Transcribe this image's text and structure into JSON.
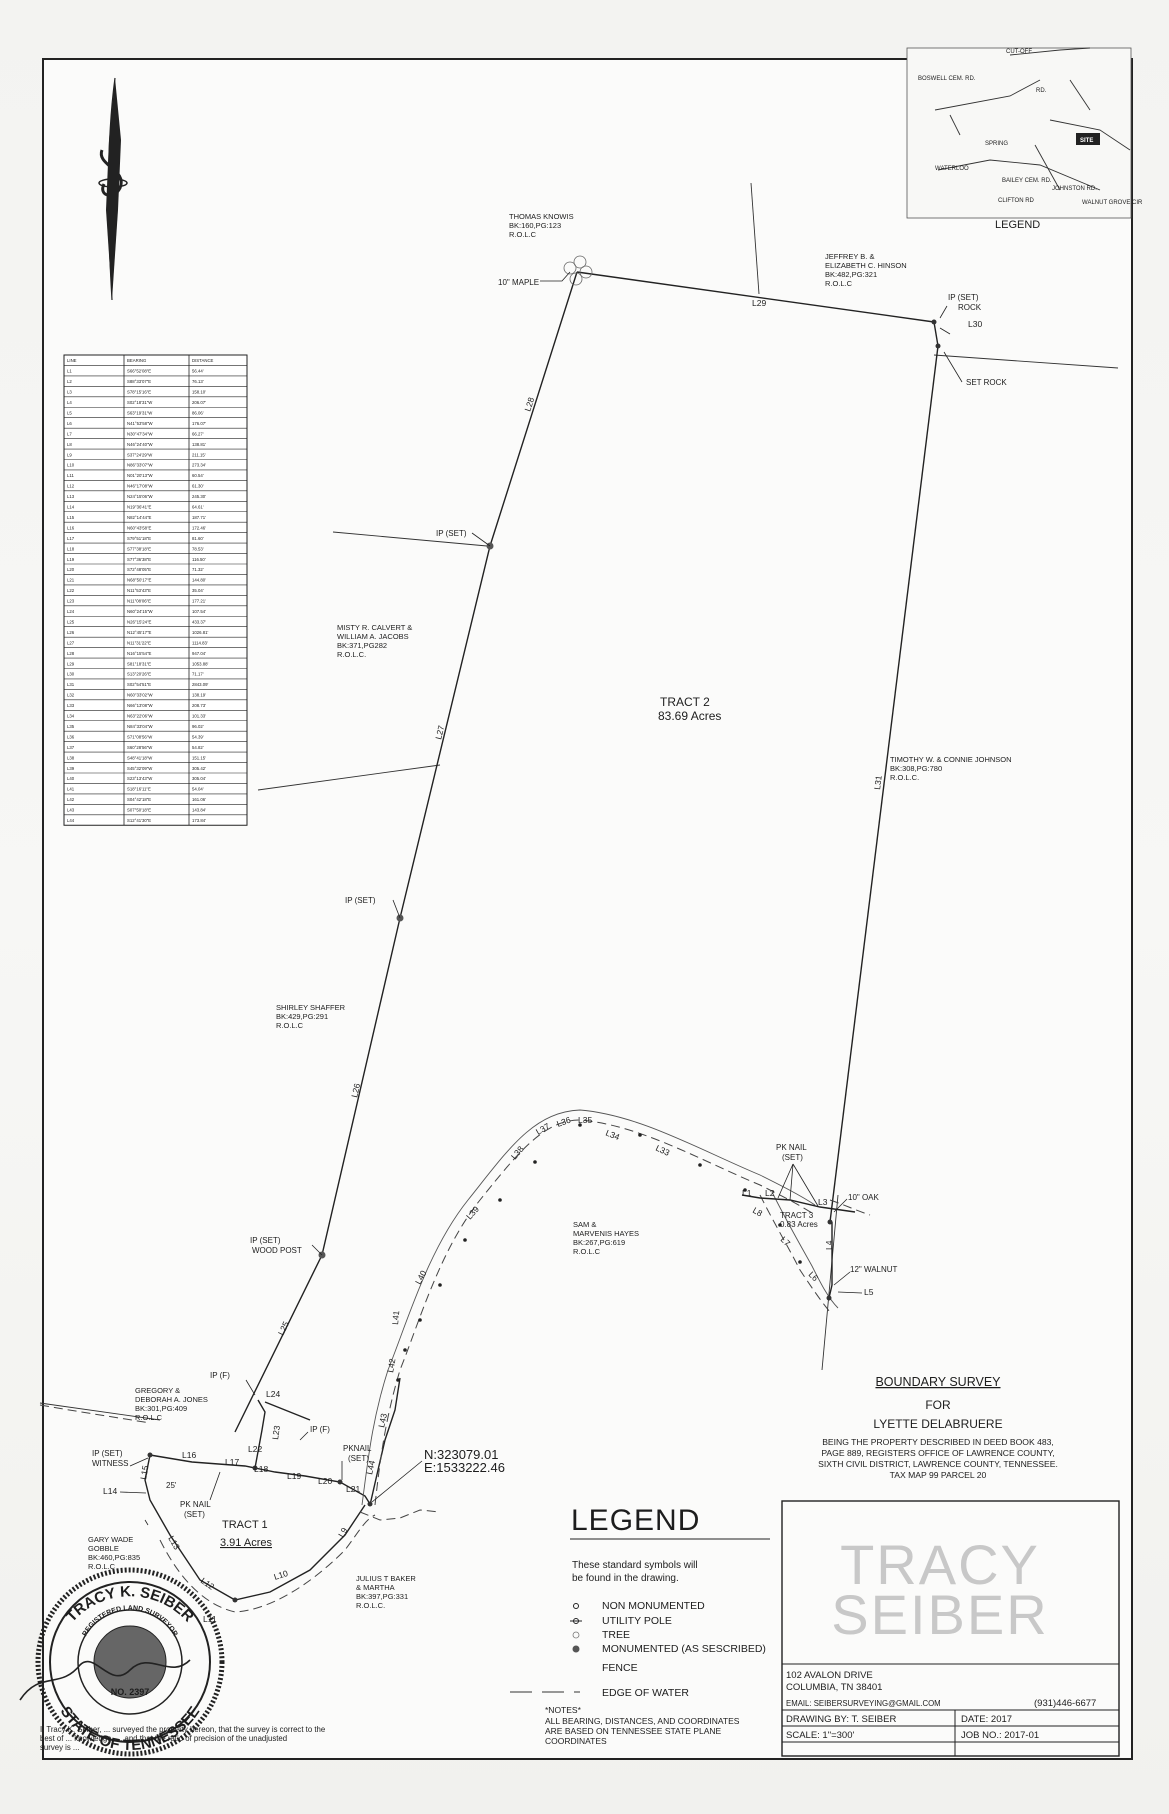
{
  "legend_map": {
    "roads": [
      "BOSWELL CEM. RD.",
      "CUT-OFF",
      "RD.",
      "WATERLOO",
      "SPRING",
      "BAILEY CEM. RD.",
      "CLIFTON RD",
      "JOHNSTON RD.",
      "WALNUT GROVE CIR"
    ],
    "site_label": "SITE",
    "caption": "LEGEND"
  },
  "owners": {
    "thomas_knowis": [
      "THOMAS KNOWIS",
      "BK:160,PG:123",
      "R.O.L.C"
    ],
    "hinson": [
      "JEFFREY B. &",
      "ELIZABETH C. HINSON",
      "BK:482,PG:321",
      "R.O.L.C"
    ],
    "calvert": [
      "MISTY R. CALVERT &",
      "WILLIAM A. JACOBS",
      "BK:371,PG282",
      "R.O.L.C."
    ],
    "johnson": [
      "TIMOTHY W. & CONNIE JOHNSON",
      "BK:308,PG:780",
      "R.O.L.C."
    ],
    "shaffer": [
      "SHIRLEY SHAFFER",
      "BK:429,PG:291",
      "R.O.L.C"
    ],
    "hayes": [
      "SAM &",
      "MARVENIS HAYES",
      "BK:267,PG:619",
      "R.O.L.C"
    ],
    "jones": [
      "GREGORY &",
      "DEBORAH A. JONES",
      "BK:301,PG:409",
      "R.O.L.C"
    ],
    "gobble": [
      "GARY WADE",
      "GOBBLE",
      "BK:460,PG:835",
      "R.O.L.C"
    ],
    "baker": [
      "JULIUS T BAKER",
      "& MARTHA",
      "BK:397,PG:331",
      "R.O.L.C."
    ]
  },
  "tracts": {
    "tract2_name": "TRACT 2",
    "tract2_area": "83.69 Acres",
    "tract1_name": "TRACT 1",
    "tract1_area": "3.91 Acres",
    "tract3_name": "TRACT 3",
    "tract3_area": "0.83 Acres"
  },
  "monuments": {
    "maple": "10\" MAPLE",
    "ip_set_rock_1": "IP (SET)",
    "ip_set_rock_2": "ROCK",
    "set_rock": "SET ROCK",
    "ip_set": "IP (SET)",
    "ip_set_wood_1": "IP (SET)",
    "ip_set_wood_2": "WOOD POST",
    "ip_f": "IP (F)",
    "pk_nail_set_1": "PK NAIL",
    "pk_nail_set_2": "(SET)",
    "oak": "10\" OAK",
    "walnut": "12\" WALNUT",
    "pknail_1": "PKNAIL",
    "pknail_2": "(SET)",
    "ip_witness_1": "IP (SET)",
    "ip_witness_2": "WITNESS",
    "dist_25": "25'",
    "northing": "N:323079.01",
    "easting": "E:1533222.46"
  },
  "segments": {
    "L1": "L1",
    "L2": "L2",
    "L3": "L3",
    "L4": "L4",
    "L5": "L5",
    "L6": "L6",
    "L7": "L7",
    "L8": "L8",
    "L9": "L9",
    "L10": "L10",
    "L11": "L11",
    "L12": "L12",
    "L13": "L13",
    "L14": "L14",
    "L15": "L15",
    "L16": "L16",
    "L17": "L17",
    "L18": "L18",
    "L19": "L19",
    "L20": "L20",
    "L21": "L21",
    "L22": "L22",
    "L23": "L23",
    "L24": "L24",
    "L25": "L25",
    "L26": "L26",
    "L27": "L27",
    "L28": "L28",
    "L29": "L29",
    "L30": "L30",
    "L31": "L31",
    "L33": "L33",
    "L34": "L34",
    "L35": "L35",
    "L36": "L36",
    "L37": "L37",
    "L38": "L38",
    "L39": "L39",
    "L40": "L40",
    "L41": "L41",
    "L42": "L42",
    "L43": "L43",
    "L44": "L44"
  },
  "survey": {
    "title": "BOUNDARY SURVEY",
    "for": "FOR",
    "client": "LYETTE DELABRUERE",
    "description": [
      "BEING THE PROPERTY DESCRIBED IN DEED BOOK 483,",
      "PAGE 889, REGISTERS OFFICE OF LAWRENCE COUNTY,",
      "SIXTH CIVIL DISTRICT, LAWRENCE COUNTY, TENNESSEE.",
      "TAX MAP 99 PARCEL 20"
    ]
  },
  "legend": {
    "title": "LEGEND",
    "subtitle": [
      "These standard symbols will",
      "be found in the drawing."
    ],
    "items": [
      "NON MONUMENTED",
      "UTILITY POLE",
      "TREE",
      "MONUMENTED (AS SESCRIBED)",
      "FENCE",
      "EDGE OF WATER"
    ],
    "notes_title": "*NOTES*",
    "notes": [
      "ALL BEARING, DISTANCES, AND COORDINATES",
      "ARE BASED ON TENNESSEE STATE PLANE",
      "COORDINATES"
    ]
  },
  "title_block": {
    "brand_line1": "TRACY",
    "brand_line2": "SEIBER",
    "address1": "102 AVALON DRIVE",
    "address2": "COLUMBIA, TN  38401",
    "email": "EMAIL: SEIBERSURVEYING@GMAIL.COM",
    "phone": "(931)446-6677",
    "drawing_by": "DRAWING BY:  T. SEIBER",
    "date": "DATE:  2017",
    "scale": "SCALE: 1\"=300'",
    "job_no": "JOB NO.: 2017-01"
  },
  "seal": {
    "top": "TRACY K. SEIBER",
    "bottom": "STATE OF TENNESSEE",
    "inner": "REGISTERED LAND SURVEYOR",
    "number": "NO. 2397"
  },
  "certification": [
    "I, Tracy K. Seiber, ... surveyed the property hereon, that the survey is correct to the",
    "best of ... knowledge, ... and that the ratio of precision of the unadjusted",
    "survey is ..."
  ],
  "line_table": {
    "headers": [
      "LINE",
      "BEARING",
      "DISTANCE"
    ],
    "rows": [
      [
        "L1",
        "S66°52'08\"E",
        "56.44'"
      ],
      [
        "L2",
        "S88°33'07\"E",
        "76.13'"
      ],
      [
        "L3",
        "S78°15'16\"E",
        "158.10'"
      ],
      [
        "L4",
        "S02°18'31\"W",
        "206.07'"
      ],
      [
        "L5",
        "S63°19'31\"W",
        "86.06'"
      ],
      [
        "L6",
        "N41°53'58\"W",
        "176.07'"
      ],
      [
        "L7",
        "N30°47'34\"W",
        "66.27'"
      ],
      [
        "L8",
        "N46°24'40\"W",
        "138.81'"
      ],
      [
        "L9",
        "S37°24'29\"W",
        "211.15'"
      ],
      [
        "L10",
        "N86°33'07\"W",
        "273.34'"
      ],
      [
        "L11",
        "N01°20'13\"W",
        "60.54'"
      ],
      [
        "L12",
        "N46°17'08\"W",
        "61.30'"
      ],
      [
        "L13",
        "N24°15'06\"W",
        "245.30'"
      ],
      [
        "L14",
        "N19°36'41\"E",
        "64.61'"
      ],
      [
        "L15",
        "N82°14'44\"E",
        "187.71'"
      ],
      [
        "L16",
        "N60°43'58\"E",
        "172.46'"
      ],
      [
        "L17",
        "S79°51'18\"E",
        "81.60'"
      ],
      [
        "L18",
        "S77°38'18\"E",
        "78.53'"
      ],
      [
        "L19",
        "S77°36'38\"E",
        "116.50'"
      ],
      [
        "L20",
        "S72°48'05\"E",
        "71.32'"
      ],
      [
        "L21",
        "N68°50'17\"E",
        "144.80'"
      ],
      [
        "L22",
        "N11°53'43\"E",
        "35.04'"
      ],
      [
        "L23",
        "N11°08'06\"E",
        "177.21'"
      ],
      [
        "L24",
        "N60°24'15\"W",
        "107.54'"
      ],
      [
        "L25",
        "N26°15'24\"E",
        "433.37'"
      ],
      [
        "L26",
        "N12°45'17\"E",
        "1026.81'"
      ],
      [
        "L27",
        "N11°31'22\"E",
        "1114.83'"
      ],
      [
        "L28",
        "N16°15'54\"E",
        "947.04'"
      ],
      [
        "L29",
        "S81°18'31\"E",
        "1053.88'"
      ],
      [
        "L30",
        "S13°20'26\"E",
        "71.17'"
      ],
      [
        "L31",
        "S02°54'51\"E",
        "2843.09'"
      ],
      [
        "L32",
        "N60°33'02\"W",
        "138.19'"
      ],
      [
        "L33",
        "N66°13'08\"W",
        "208.73'"
      ],
      [
        "L34",
        "N63°22'06\"W",
        "101.33'"
      ],
      [
        "L35",
        "N84°33'04\"W",
        "96.02'"
      ],
      [
        "L36",
        "S71°08'56\"W",
        "54.39'"
      ],
      [
        "L37",
        "S60°28'56\"W",
        "54.82'"
      ],
      [
        "L38",
        "S48°41'18\"W",
        "151.15'"
      ],
      [
        "L39",
        "S45°32'09\"W",
        "305.42'"
      ],
      [
        "L40",
        "S23°13'43\"W",
        "305.04'"
      ],
      [
        "L41",
        "S18°16'11\"E",
        "54.04'"
      ],
      [
        "L42",
        "S04°42'18\"E",
        "161.06'"
      ],
      [
        "L43",
        "S07°50'18\"E",
        "143.84'"
      ],
      [
        "L44",
        "S12°41'30\"E",
        "173.84'"
      ]
    ]
  }
}
